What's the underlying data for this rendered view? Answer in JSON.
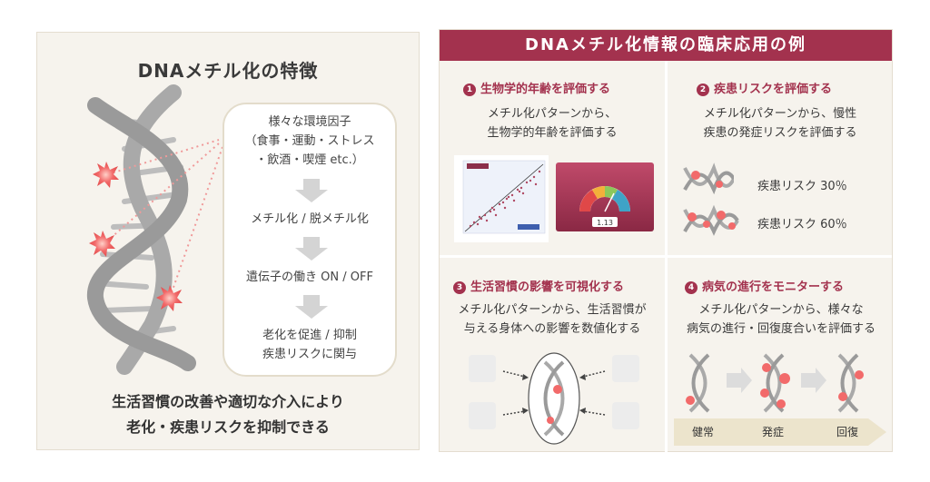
{
  "left": {
    "title": "DNAメチル化の特徴",
    "factors_line1": "様々な環境因子",
    "factors_line2": "（食事・運動・ストレス",
    "factors_line3": "・飲酒・喫煙 etc.）",
    "step2": "メチル化 / 脱メチル化",
    "step3": "遺伝子の働き ON / OFF",
    "step4_line1": "老化を促進 / 抑制",
    "step4_line2": "疾患リスクに関与",
    "conclusion_line1": "生活習慣の改善や適切な介入により",
    "conclusion_line2": "老化・疾患リスクを抑制できる"
  },
  "right": {
    "header": "DNAメチル化情報の臨床応用の例",
    "cells": [
      {
        "num": "1",
        "title": "生物学的年齢を評価する",
        "desc_line1": "メチル化パターンから、",
        "desc_line2": "生物学的年齢を評価する",
        "gauge_value": "1.13"
      },
      {
        "num": "2",
        "title": "疾患リスクを評価する",
        "desc_line1": "メチル化パターンから、慢性",
        "desc_line2": "疾患の発症リスクを評価する",
        "risk1": "疾患リスク 30％",
        "risk2": "疾患リスク 60％"
      },
      {
        "num": "3",
        "title": "生活習慣の影響を可視化する",
        "desc_line1": "メチル化パターンから、生活習慣が",
        "desc_line2": "与える身体への影響を数値化する"
      },
      {
        "num": "4",
        "title": "病気の進行をモニターする",
        "desc_line1": "メチル化パターンから、様々な",
        "desc_line2": "病気の進行・回復度合いを評価する",
        "stages": [
          "健常",
          "発症",
          "回復"
        ]
      }
    ]
  },
  "colors": {
    "accent": "#a3324e",
    "panel_bg": "#f6f3ed",
    "helix_gray": "#a9a9a9",
    "burst": "#f26a6a",
    "arrow_gray": "#d4d4d4",
    "progress_bar": "#ece4cc"
  }
}
